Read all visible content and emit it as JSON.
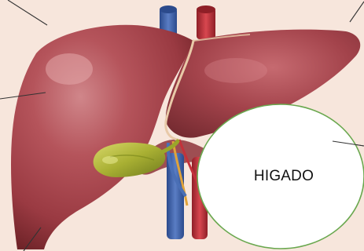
{
  "callout": {
    "label": "HIGADO"
  },
  "colors": {
    "background": "#f7e6dc",
    "liver": "#a5424a",
    "liver_highlight": "#c97076",
    "liver_shadow": "#6f2328",
    "gallbladder": "#b8bd3a",
    "vein_blue": "#3d5fa8",
    "artery_red": "#c4313a",
    "callout_border": "#6aa84f",
    "callout_fill": "#ffffff",
    "leader_line": "#333333"
  },
  "icons": {
    "liver": "liver-illustration",
    "gallbladder": "gallbladder-illustration",
    "vessels": "blood-vessels-illustration"
  }
}
